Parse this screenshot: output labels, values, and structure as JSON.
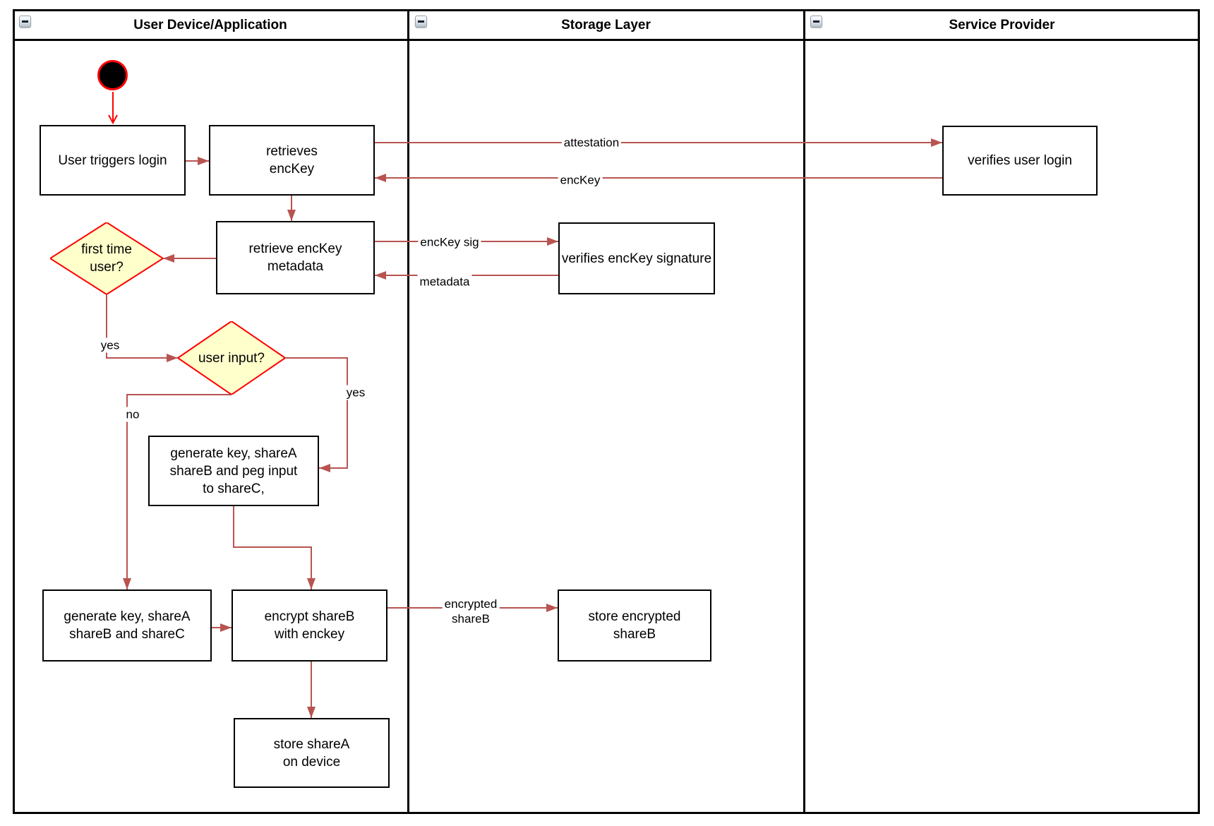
{
  "lanes": [
    {
      "title": "User Device/Application"
    },
    {
      "title": "Storage Layer"
    },
    {
      "title": "Service Provider"
    }
  ],
  "nodes": {
    "user_triggers_login": {
      "label": "User triggers login"
    },
    "retrieves_enckey": {
      "label": "retrieves\nencKey"
    },
    "retrieve_enckey_metadata": {
      "label": "retrieve encKey\nmetadata"
    },
    "generate_key_peg_input": {
      "label": "generate key, shareA\nshareB and peg input\nto shareC,"
    },
    "generate_key_sharec": {
      "label": "generate key, shareA\nshareB and shareC"
    },
    "encrypt_shareb": {
      "label": "encrypt shareB\nwith enckey"
    },
    "store_encrypted_shareb": {
      "label": "store encrypted\nshareB"
    },
    "store_sharea_on_device": {
      "label": "store shareA\non device"
    },
    "verifies_enckey_signature": {
      "label": "verifies encKey signature"
    },
    "verifies_user_login": {
      "label": "verifies user login"
    }
  },
  "decisions": {
    "first_time_user": {
      "label": "first time\nuser?"
    },
    "user_input": {
      "label": "user input?"
    }
  },
  "edge_labels": {
    "attestation": "attestation",
    "enckey": "encKey",
    "enckey_sig": "encKey sig",
    "metadata": "metadata",
    "encrypted_shareb": "encrypted\nshareB",
    "yes_first_time": "yes",
    "no_user_input": "no",
    "yes_user_input": "yes"
  },
  "colors": {
    "arrow": "#b85450",
    "accent_red": "#ff0000",
    "decision_fill": "#ffffcc",
    "node_border": "#000000",
    "lane_border": "#000000",
    "background": "#ffffff"
  }
}
